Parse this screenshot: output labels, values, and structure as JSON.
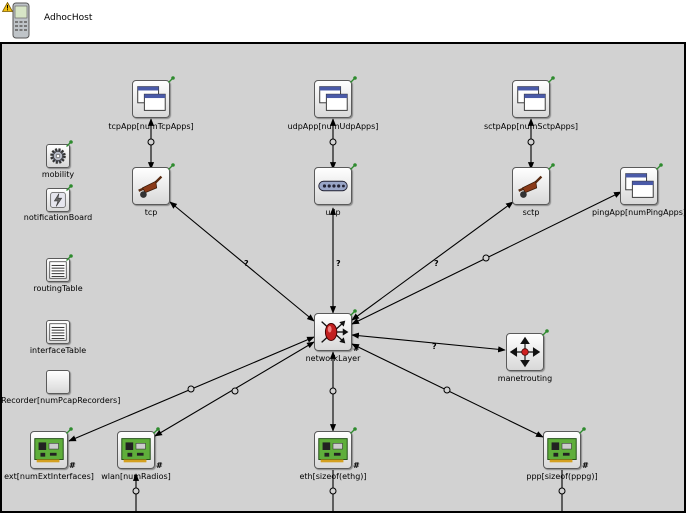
{
  "header": {
    "title": "AdhocHost"
  },
  "modules": {
    "tcpApp": "tcpApp[numTcpApps]",
    "udpApp": "udpApp[numUdpApps]",
    "sctpApp": "sctpApp[numSctpApps]",
    "tcp": "tcp",
    "udp": "udp",
    "sctp": "sctp",
    "pingApp": "pingApp[numPingApps]",
    "mobility": "mobility",
    "notificationBoard": "notificationBoard",
    "routingTable": "routingTable",
    "interfaceTable": "interfaceTable",
    "pcapRecorder": "pcapRecorder[numPcapRecorders]",
    "networkLayer": "networkLayer",
    "manetrouting": "manetrouting",
    "ext": "ext[numExtInterfaces]",
    "wlan": "wlan[numRadios]",
    "eth": "eth[sizeof(ethg)]",
    "ppp": "ppp[sizeof(pppg)]"
  },
  "gate_marks": {
    "unknown_gate": "?",
    "vector_gate": "#"
  },
  "colors": {
    "canvas": "#d2d2d2",
    "arrow": "#000000",
    "pin": "#2e8b2e",
    "nic_board": "#5fae3b"
  }
}
